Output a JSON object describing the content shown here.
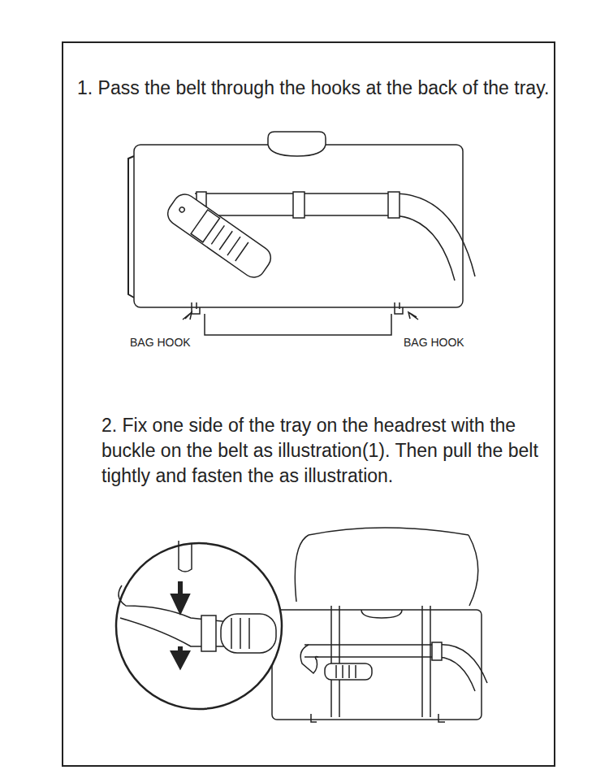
{
  "diagram": {
    "labels": [
      "1. Pass the belt through the hooks at the back of the tray.",
      "BAG HOOK",
      "BAG HOOK",
      "2. Fix one side of the tray on the headrest with the buckle on the belt as illustration(1). Then pull the belt tightly and fasten the as illustration."
    ]
  }
}
